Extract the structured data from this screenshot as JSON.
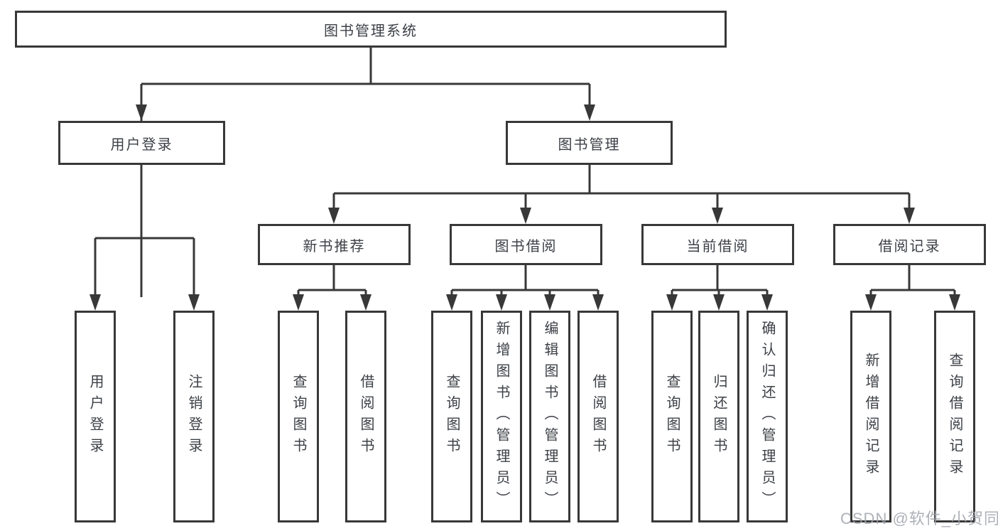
{
  "tree": {
    "root": {
      "label": "图书管理系统",
      "children": [
        {
          "label": "用户登录",
          "children": [
            {
              "label": "用户登录"
            },
            {
              "label": "注销登录"
            }
          ]
        },
        {
          "label": "图书管理",
          "children": [
            {
              "label": "新书推荐",
              "children": [
                {
                  "label": "查询图书"
                },
                {
                  "label": "借阅图书"
                }
              ]
            },
            {
              "label": "图书借阅",
              "children": [
                {
                  "label": "查询图书"
                },
                {
                  "label": "新增图书（管理员）"
                },
                {
                  "label": "编辑图书（管理员）"
                },
                {
                  "label": "借阅图书"
                }
              ]
            },
            {
              "label": "当前借阅",
              "children": [
                {
                  "label": "查询图书"
                },
                {
                  "label": "归还图书"
                },
                {
                  "label": "确认归还（管理员）"
                }
              ]
            },
            {
              "label": "借阅记录",
              "children": [
                {
                  "label": "新增借阅记录"
                },
                {
                  "label": "查询借阅记录"
                }
              ]
            }
          ]
        }
      ]
    }
  },
  "watermark": {
    "text": "CSDN @软件_小贺同学"
  },
  "colors": {
    "line": "#383838",
    "text": "#3c4046",
    "box_background": "#ffffff",
    "watermark": "#9fa4ab"
  }
}
